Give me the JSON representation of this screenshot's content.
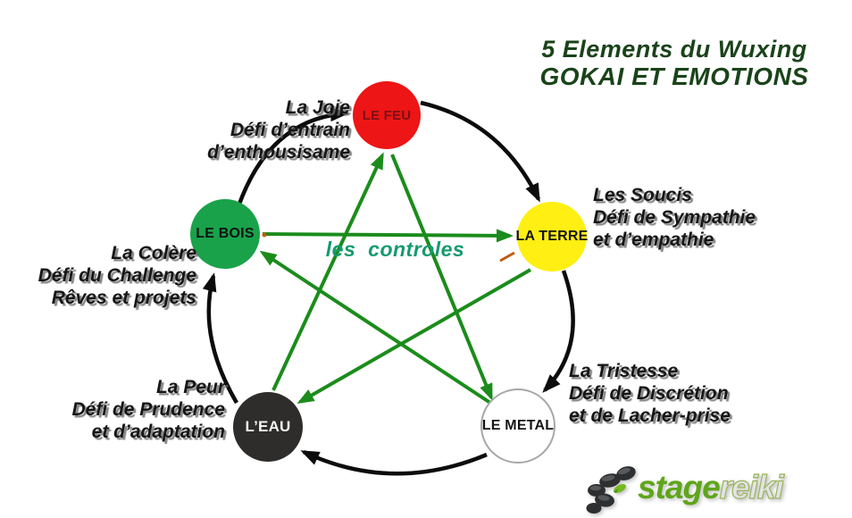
{
  "title": {
    "line1": "5 Elements du Wuxing",
    "line2": "GOKAI ET EMOTIONS"
  },
  "center_label": "les controles",
  "elements": {
    "feu": {
      "label": "LE FEU",
      "emotion1": "La Joie",
      "emotion2": "Défi d’entrain",
      "emotion3": "d’enthousisame"
    },
    "terre": {
      "label": "LA TERRE",
      "emotion1": "Les Soucis",
      "emotion2": "Défi de Sympathie",
      "emotion3": "et d’empathie"
    },
    "metal": {
      "label": "LE METAL",
      "emotion1": "La Tristesse",
      "emotion2": "Défi de Discrétion",
      "emotion3": "et de Lacher-prise"
    },
    "eau": {
      "label": "L’EAU",
      "emotion1": "La Peur",
      "emotion2": "Défi de Prudence",
      "emotion3": "et d’adaptation"
    },
    "bois": {
      "label": "LE BOIS",
      "emotion1": "La Colère",
      "emotion2": "Défi du Challenge",
      "emotion3": "Rêves et projets"
    }
  },
  "logo": {
    "stage": "stage",
    "reiki": "reiki"
  },
  "colors": {
    "fire": "#ed1515",
    "fire_text": "#7a1014",
    "earth": "#ffef13",
    "metal_fill": "#ffffff",
    "metal_border": "#a8a8a8",
    "water": "#2e2d2c",
    "wood": "#19a24a",
    "arrow_black": "#0c0c0c",
    "arrow_green": "#1b8c1b",
    "center_text": "#169a6e",
    "title_text": "#1a431a",
    "emotion_text": "#161616",
    "logo_green": "#5fa51a",
    "logo_reiki": "#e3e3e3",
    "stone": "#2d2f31",
    "leaf": "#74b822",
    "artifact_orange": "#c05a10"
  }
}
